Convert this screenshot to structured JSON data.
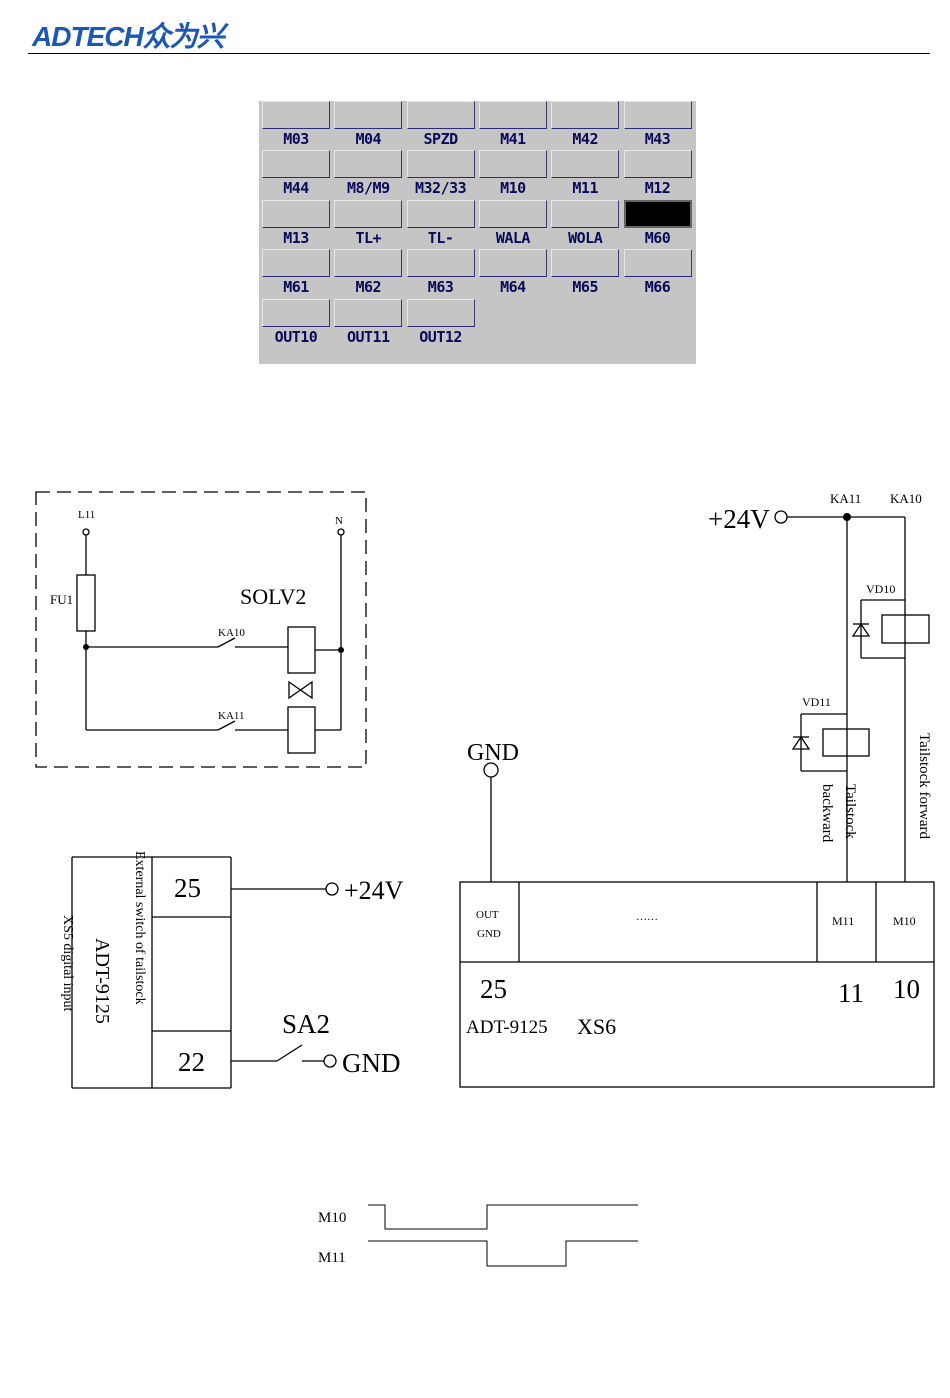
{
  "header": {
    "brand": "ADTECH众为兴",
    "brand_color": "#1d57b4"
  },
  "panel": {
    "rows": [
      [
        "M03",
        "M04",
        "SPZD",
        "M41",
        "M42",
        "M43"
      ],
      [
        "M44",
        "M8/M9",
        "M32/33",
        "M10",
        "M11",
        "M12"
      ],
      [
        "M13",
        "TL+",
        "TL-",
        "WALA",
        "WOLA",
        "M60"
      ],
      [
        "M61",
        "M62",
        "M63",
        "M64",
        "M65",
        "M66"
      ],
      [
        "OUT10",
        "OUT11",
        "OUT12"
      ]
    ],
    "active_label": "M60"
  },
  "solenoid_circuit": {
    "line_label": "L11",
    "neutral_label": "N",
    "fuse_label": "FU1",
    "title": "SOLV2",
    "contact_1": "KA10",
    "contact_2": "KA11"
  },
  "relay_circuit": {
    "supply": "+24V",
    "relay_1": "KA11",
    "relay_2": "KA10",
    "diode_1": "VD10",
    "diode_2": "VD11",
    "forward_label": "Tailstock forward",
    "backward_label_1": "Tailstock",
    "backward_label_2": "backward",
    "ground": "GND",
    "out_gnd_1": "OUT",
    "out_gnd_2": "GND",
    "ellipsis": "……",
    "m11": "M11",
    "m10": "M10",
    "pin_25": "25",
    "pin_11": "11",
    "pin_10": "10",
    "model": "ADT-9125",
    "connector": "XS6"
  },
  "input_circuit": {
    "pin_25": "25",
    "pin_22": "22",
    "supply": "+24V",
    "switch": "SA2",
    "ground": "GND",
    "vlabel_1": "External switch of tailstock",
    "vlabel_2": "ADT-9125",
    "vlabel_3": "XS5 digital input"
  },
  "timing": {
    "signal_1": "M10",
    "signal_2": "M11"
  }
}
